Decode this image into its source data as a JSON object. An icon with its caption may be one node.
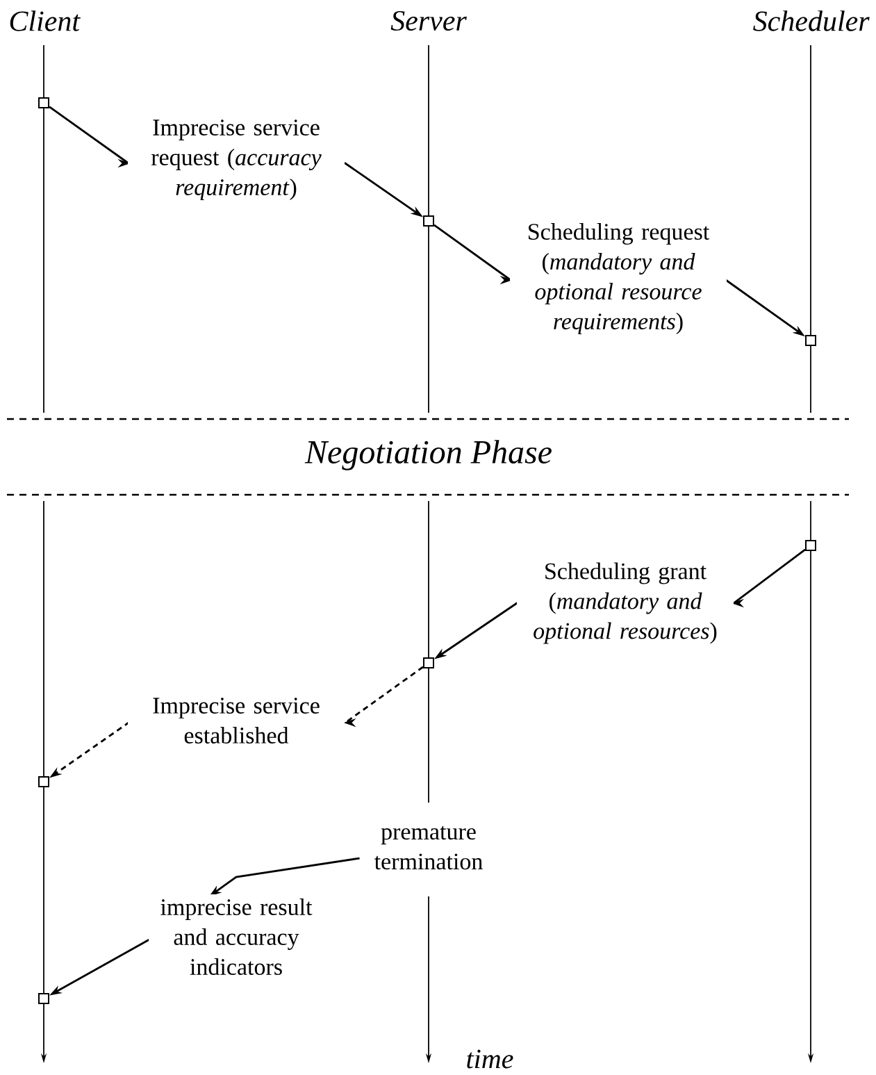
{
  "diagram": {
    "nodes": [
      {
        "text": [
          "Client"
        ]
      },
      {
        "text": [
          "Server"
        ]
      },
      {
        "text": [
          "Scheduler"
        ]
      },
      {
        "text": [],
        "shape": "box"
      },
      {
        "text": [],
        "shape": "box"
      },
      {
        "text": [],
        "shape": "box"
      },
      {
        "text": [],
        "shape": "box"
      },
      {
        "text": [],
        "shape": "box"
      },
      {
        "text": [],
        "shape": "box"
      },
      {
        "text": [
          "premature termination"
        ]
      },
      {
        "text": [],
        "shape": "box"
      }
    ],
    "edges": [
      {
        "from": 3,
        "to": 4,
        "arrow": "to",
        "label": "Imprecise service request (*accuracy requirement*)"
      },
      {
        "from": 4,
        "to": 5,
        "arrow": "to",
        "label": "Scheduling request (*mandatory and optional resource requirements*)"
      },
      {
        "from": 6,
        "to": 7,
        "arrow": "to",
        "label": "Scheduling grant (*mandatory and optional resources*)"
      },
      {
        "from": 7,
        "to": 8,
        "arrow": "to",
        "style": "dashed",
        "label": "Imprecise service established"
      },
      {
        "from": 9,
        "to": 10,
        "arrow": "to",
        "label": "imprecise result and accuracy indicators"
      }
    ],
    "labels": [
      "Negotiation Phase",
      "time"
    ]
  }
}
